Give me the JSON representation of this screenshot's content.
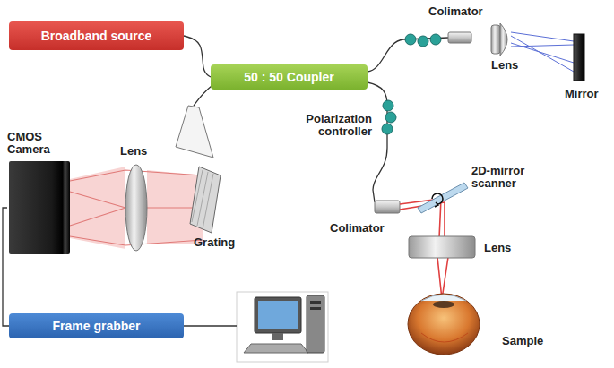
{
  "diagram": {
    "nodes": [
      {
        "text": [
          "Broadband source"
        ]
      },
      {
        "text": [
          "50 : 50 Coupler"
        ]
      },
      {
        "text": [
          "CMOS Camera"
        ]
      },
      {
        "text": [
          "Frame grabber"
        ]
      }
    ],
    "edges": [
      {
        "from": 0,
        "to": 1,
        "arrow": "none"
      },
      {
        "from": 2,
        "to": 3,
        "arrow": "none"
      }
    ],
    "labels": [
      "Colimator",
      "Lens",
      "Mirror",
      "Polarization controller",
      "2D-mirror scanner",
      "Colimator",
      "Lens",
      "Sample",
      "Lens",
      "Grating"
    ]
  }
}
